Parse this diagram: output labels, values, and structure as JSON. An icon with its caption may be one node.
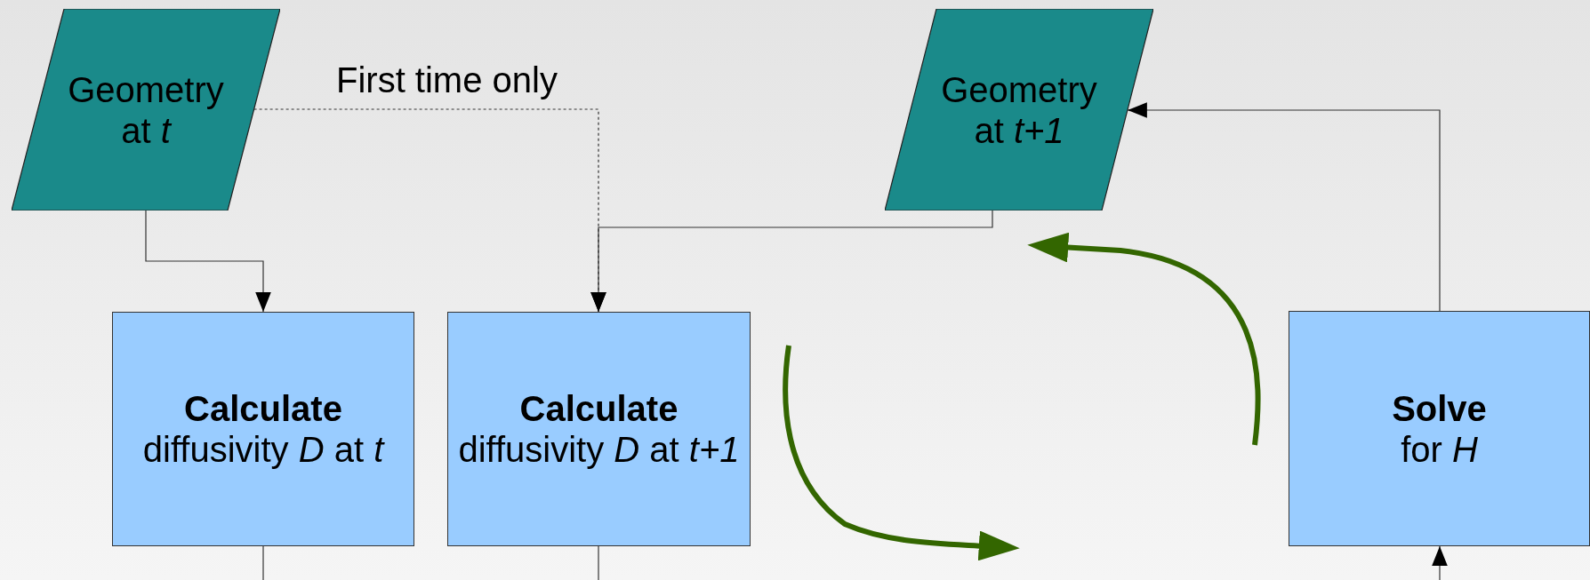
{
  "diagram": {
    "nodes": [
      {
        "text": [
          "Geometry at *t*"
        ]
      },
      {
        "text": [
          "Calculate",
          "diffusivity *D* at *t*"
        ]
      },
      {
        "text": [
          "Calculate",
          "diffusivity *D* at *t+1*"
        ]
      },
      {
        "text": [
          "Geometry at *t+1*"
        ]
      },
      {
        "text": [
          "Solve",
          "for *H*"
        ]
      }
    ],
    "edges": [
      {
        "from": 0,
        "to": 1,
        "arrow": "to"
      },
      {
        "from": 0,
        "to": 2,
        "arrow": "to",
        "label": "First time only",
        "style": "dashed"
      },
      {
        "from": 3,
        "to": 2,
        "arrow": "to"
      },
      {
        "from": 4,
        "to": 3,
        "arrow": "to"
      },
      {
        "from": 1,
        "to": null,
        "arrow": "none"
      },
      {
        "from": 2,
        "to": null,
        "arrow": "none"
      },
      {
        "from": null,
        "to": 4,
        "arrow": "to"
      }
    ]
  }
}
